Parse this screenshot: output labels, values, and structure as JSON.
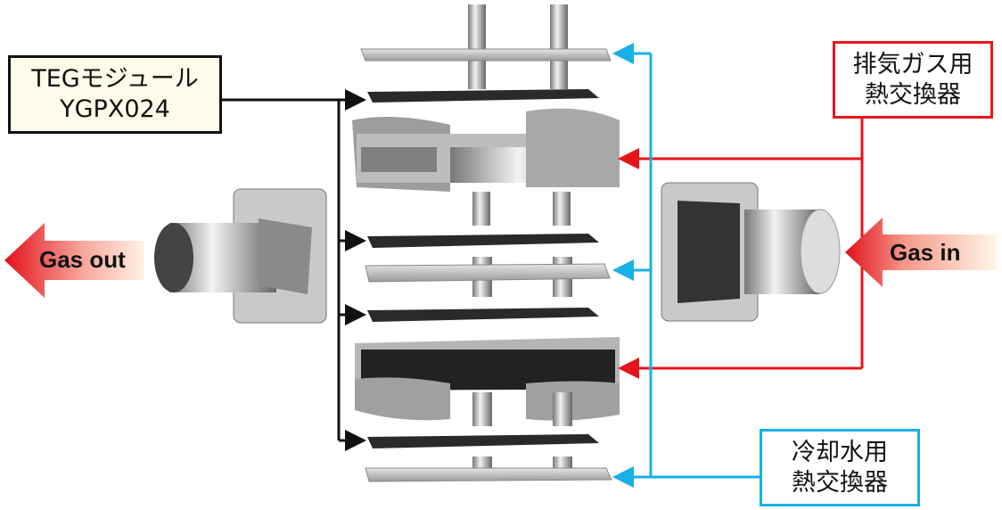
{
  "labels": {
    "teg_module": {
      "line1": "TEGモジュール",
      "line2": "YGPX024"
    },
    "exhaust_hx": {
      "line1": "排気ガス用",
      "line2": "熱交換器"
    },
    "coolant_hx": {
      "line1": "冷却水用",
      "line2": "熱交換器"
    }
  },
  "flows": {
    "gas_out": "Gas out",
    "gas_in": "Gas in"
  },
  "colors": {
    "teg_line": "#111111",
    "exhaust_line": "#e8141c",
    "coolant_line": "#19b0e6"
  }
}
